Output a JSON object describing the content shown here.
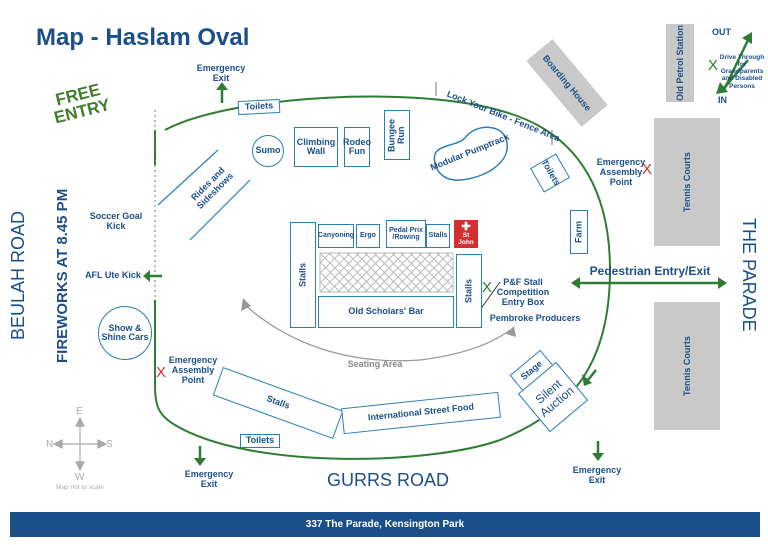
{
  "title": "Map - Haslam Oval",
  "free_entry": "FREE ENTRY",
  "fireworks": "FIREWORKS AT 8.45 PM",
  "roads": {
    "west": "BEULAH ROAD",
    "east": "THE PARADE",
    "south": "GURRS ROAD"
  },
  "footer": "337 The Parade, Kensington Park",
  "compass": {
    "n": "N",
    "s": "S",
    "e": "E",
    "w": "W",
    "note": "Map not to scale"
  },
  "labels": {
    "emergency_exit_top": "Emergency Exit",
    "emergency_exit_bottom_left": "Emergency Exit",
    "emergency_exit_bottom_right": "Emergency Exit",
    "lock_bike": "Lock Your Bike - Fence Area",
    "emergency_assembly_right": "Emergency Assembly Point",
    "emergency_assembly_left": "Emergency Assembly Point",
    "soccer": "Soccer Goal Kick",
    "afl": "AFL Ute Kick",
    "rides": "Rides and Sideshows",
    "pedestrian": "Pedestrian Entry/Exit",
    "pf_stall": "P&F Stall Competition Entry Box",
    "pembroke": "Pembroke Producers",
    "seating": "Seating Area",
    "out": "OUT",
    "in": "IN",
    "drive_through": "Drive Through for Grandparents and Disabled Persons",
    "x_mark": "X"
  },
  "boxes": {
    "toilets_top": "Toilets",
    "sumo": "Sumo",
    "climbing": "Climbing Wall",
    "rodeo": "Rodeo Fun",
    "bungee": "Bungee Run",
    "pumptrack": "Modular Pumptrack",
    "toilets_right": "Toilets",
    "farm": "Farm",
    "canyoning": "Canyoning",
    "ergo": "Ergo",
    "pedal": "Pedal Prix /Rowing",
    "stalls_small": "Stalls",
    "st_john": "St John",
    "stalls_left": "Stalls",
    "stalls_right": "Stalls",
    "old_scholars": "Old Scholars' Bar",
    "show_shine": "Show & Shine Cars",
    "stalls_bottom": "Stalls",
    "intl_food": "International Street Food",
    "toilets_bottom": "Toilets",
    "stage": "Stage",
    "silent_auction": "Silent Auction",
    "boarding_house": "Boarding House",
    "old_petrol": "Old Petrol Station",
    "tennis_top": "Tennis Courts",
    "tennis_bottom": "Tennis Courts"
  },
  "colors": {
    "blue": "#1b4f8a",
    "box_border": "#2a7fb5",
    "green": "#2e7d32",
    "gray": "#c9c9c9",
    "red": "#d32f2f"
  }
}
